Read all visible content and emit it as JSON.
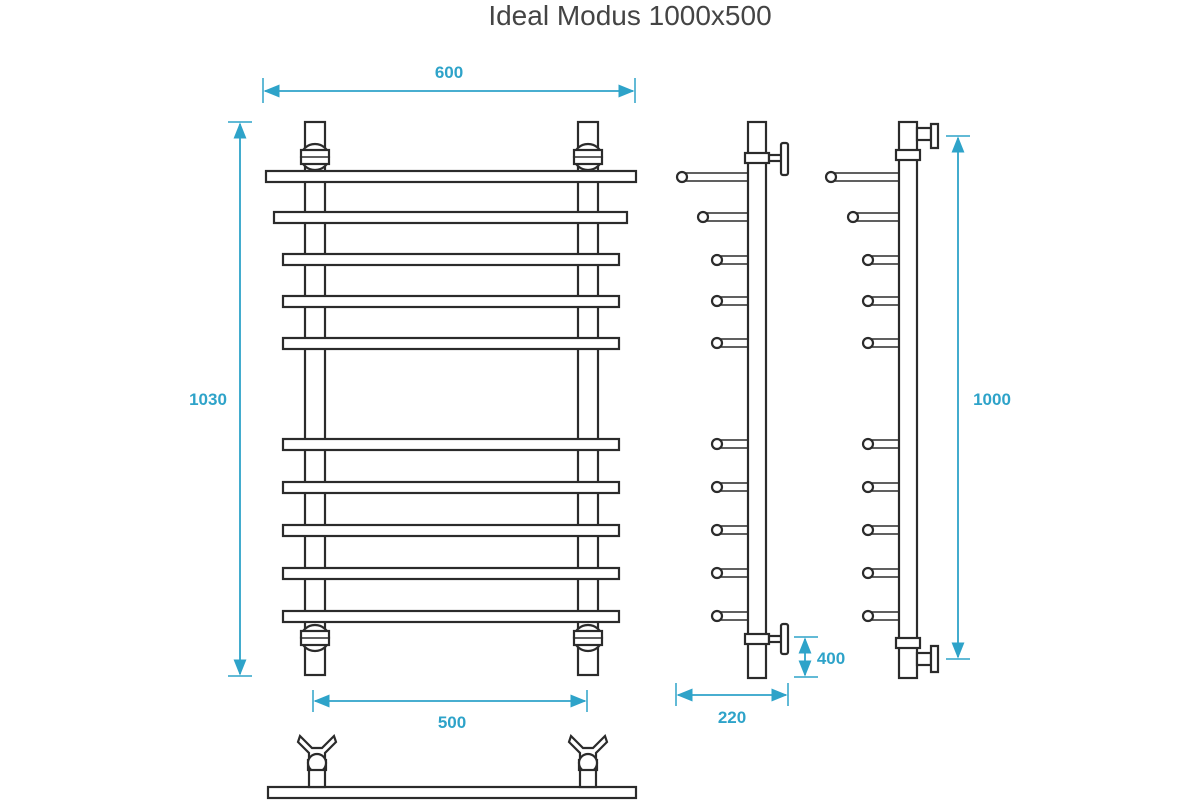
{
  "title": "Ideal Modus 1000x500",
  "colors": {
    "dimension": "#2ea3c9",
    "line": "#2b2b2b",
    "title": "#444444",
    "background": "#ffffff"
  },
  "dimensions": {
    "overall_width": "600",
    "overall_height": "1030",
    "axis_spacing": "500",
    "depth": "220",
    "bottom_offset": "400",
    "height": "1000"
  },
  "views": {
    "front": {
      "crossbars": 10,
      "groups": [
        5,
        5
      ]
    },
    "side_left": {
      "bars": 10
    },
    "side_right": {
      "bars": 10
    },
    "bottom": {
      "valves": 2
    }
  }
}
